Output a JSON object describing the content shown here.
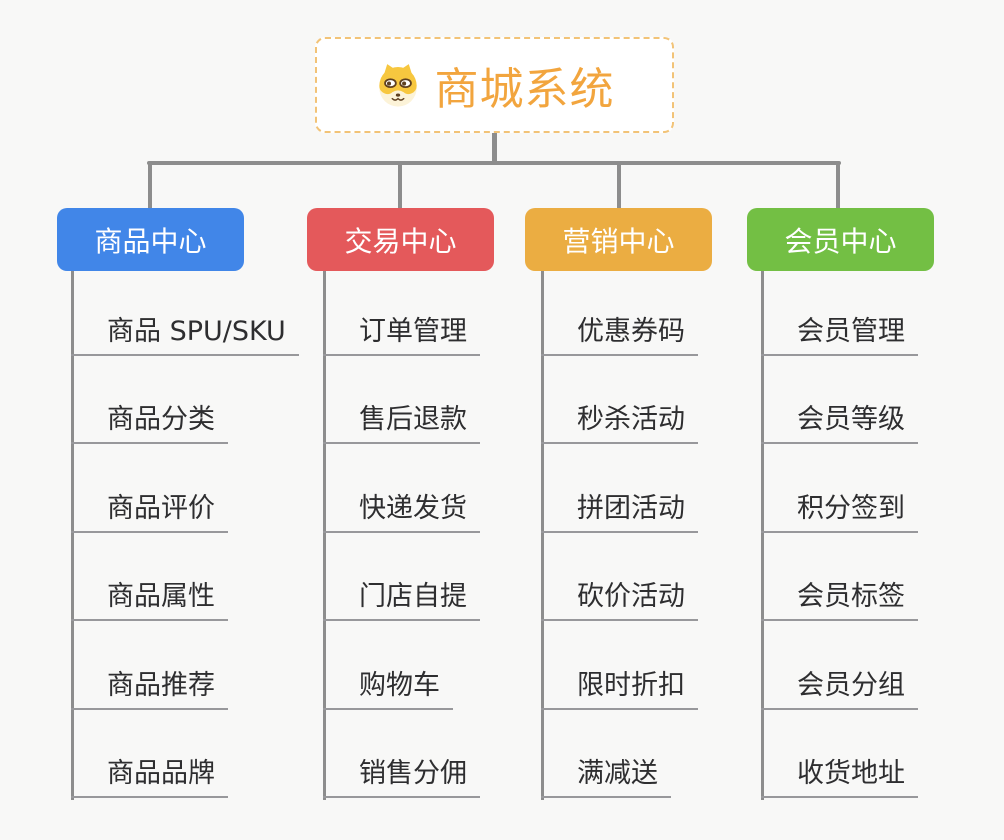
{
  "root": {
    "title": "商城系统",
    "icon": "dog-face-icon",
    "title_color": "#F2A53E",
    "border_color": "#F2C377"
  },
  "connector_color": "#8D8D8D",
  "branches": [
    {
      "label": "商品中心",
      "color": "#4186E8",
      "children": [
        "商品 SPU/SKU",
        "商品分类",
        "商品评价",
        "商品属性",
        "商品推荐",
        "商品品牌"
      ]
    },
    {
      "label": "交易中心",
      "color": "#E4595B",
      "children": [
        "订单管理",
        "售后退款",
        "快递发货",
        "门店自提",
        "购物车",
        "销售分佣"
      ]
    },
    {
      "label": "营销中心",
      "color": "#EBAD42",
      "children": [
        "优惠券码",
        "秒杀活动",
        "拼团活动",
        "砍价活动",
        "限时折扣",
        "满减送"
      ]
    },
    {
      "label": "会员中心",
      "color": "#73BF44",
      "children": [
        "会员管理",
        "会员等级",
        "积分签到",
        "会员标签",
        "会员分组",
        "收货地址"
      ]
    }
  ]
}
